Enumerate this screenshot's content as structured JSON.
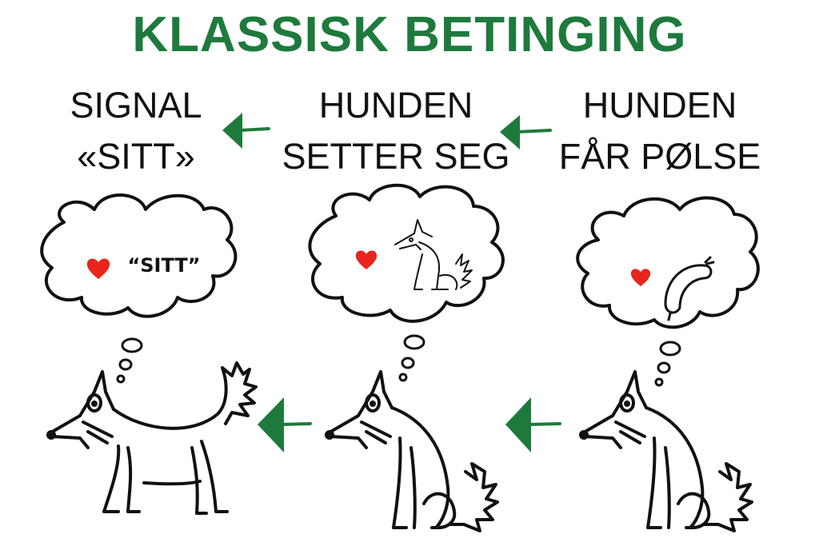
{
  "title": "KLASSISK BETINGING",
  "steps": [
    {
      "line1": "SIGNAL",
      "line2": "«SITT»"
    },
    {
      "line1": "HUNDEN",
      "line2": "SETTER SEG"
    },
    {
      "line1": "HUNDEN",
      "line2": "FÅR PØLSE"
    }
  ],
  "thought_word": "“SITT”",
  "colors": {
    "accent": "#1e7a3c",
    "heart": "#e8261c",
    "ink": "#111111"
  },
  "icons": [
    "arrow-left-icon",
    "heart-icon",
    "sausage-icon",
    "dog-icon",
    "thought-cloud-icon"
  ]
}
